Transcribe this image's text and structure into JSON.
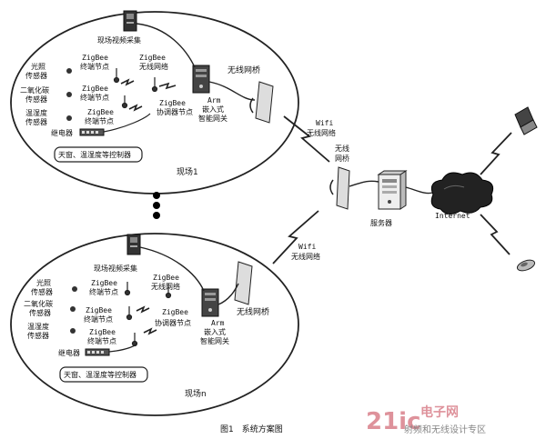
{
  "site1": {
    "video_capture": "现场视频采集",
    "zigbee_wireless_network": [
      "ZigBee",
      "无线网络"
    ],
    "wireless_bridge": "无线网桥",
    "light_sensor": [
      "光照",
      "传感器"
    ],
    "zigbee_end_node_1": [
      "ZigBee",
      "终端节点"
    ],
    "co2_sensor": [
      "二氧化碳",
      "传感器"
    ],
    "zigbee_end_node_2": [
      "ZigBee",
      "终端节点"
    ],
    "temp_humidity_sensor": [
      "温湿度",
      "传感器"
    ],
    "zigbee_end_node_3": [
      "ZigBee",
      "终端节点"
    ],
    "zigbee_coordinator": [
      "ZigBee",
      "协调器节点"
    ],
    "arm_gateway": [
      "Arm",
      "嵌入式",
      "智能网关"
    ],
    "relay": "继电器",
    "controller": "天窗、温湿度等控制器",
    "site_label": "现场1"
  },
  "siteN": {
    "video_capture": "现场视频采集",
    "zigbee_wireless_network": [
      "ZigBee",
      "无线网络"
    ],
    "wireless_bridge": "无线网桥",
    "light_sensor": [
      "光照",
      "传感器"
    ],
    "zigbee_end_node_1": [
      "ZigBee",
      "终端节点"
    ],
    "co2_sensor": [
      "二氧化碳",
      "传感器"
    ],
    "zigbee_end_node_2": [
      "ZigBee",
      "终端节点"
    ],
    "temp_humidity_sensor": [
      "温湿度",
      "传感器"
    ],
    "zigbee_end_node_3": [
      "ZigBee",
      "终端节点"
    ],
    "zigbee_coordinator": [
      "ZigBee",
      "协调器节点"
    ],
    "arm_gateway": [
      "Arm",
      "嵌入式",
      "智能网关"
    ],
    "relay": "继电器",
    "controller": "天窗、温湿度等控制器",
    "site_label": "现场n"
  },
  "center": {
    "wifi_upper": [
      "Wifi",
      "无线网络"
    ],
    "wireless_bridge": [
      "无线",
      "网桥"
    ],
    "wifi_lower": [
      "Wifi",
      "无线网络"
    ],
    "server": "服务器",
    "internet": "Internet"
  },
  "caption": "图1　系统方案图",
  "watermark": {
    "text": "21ic 电子网",
    "sub": "射频和无线设计专区"
  }
}
